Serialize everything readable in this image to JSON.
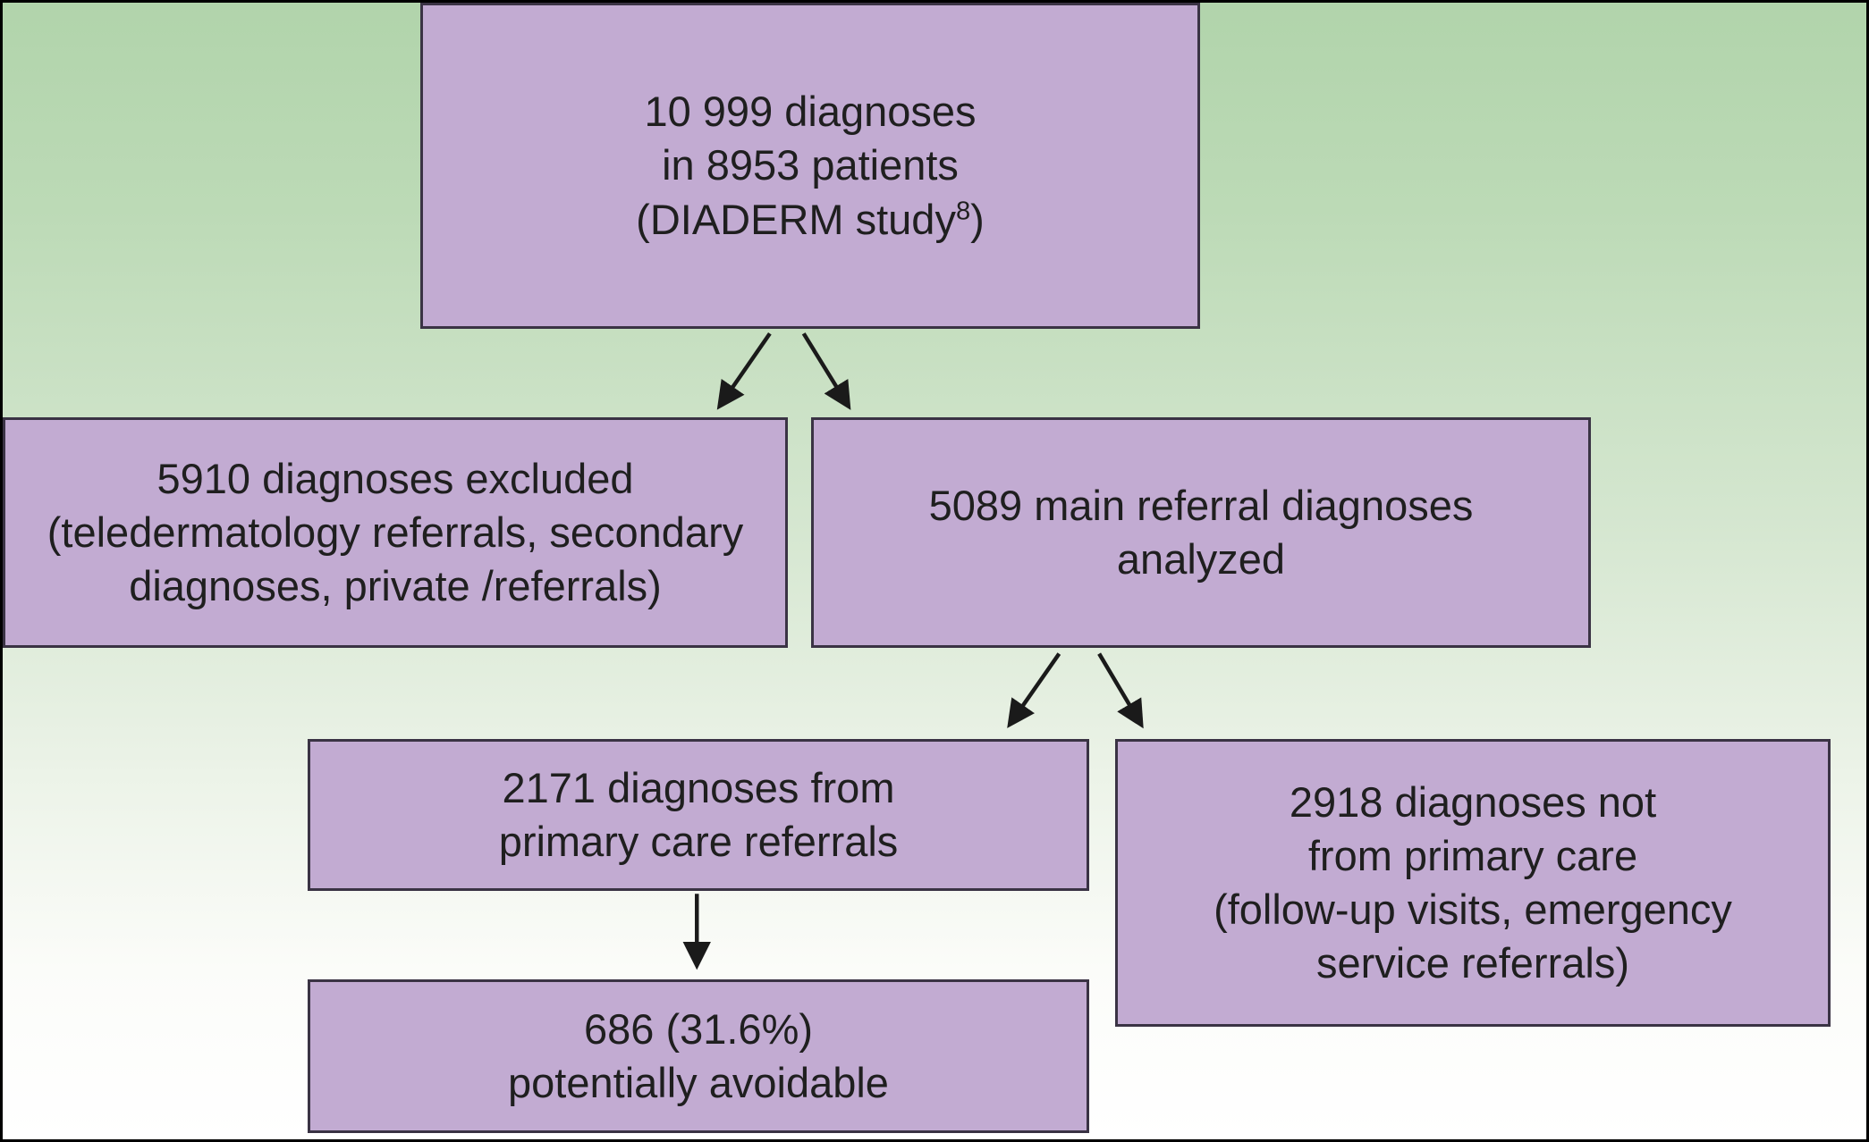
{
  "boxes": {
    "total": {
      "line1": "10 999 diagnoses",
      "line2": "in 8953 patients",
      "line3_prefix": "(DIADERM study",
      "line3_sup": "8",
      "line3_suffix": ")"
    },
    "excluded": {
      "line1": "5910 diagnoses excluded",
      "line2": "(teledermatology referrals, secondary",
      "line3": "diagnoses, private /referrals)"
    },
    "analyzed": {
      "line1": "5089 main referral diagnoses",
      "line2": "analyzed"
    },
    "primary": {
      "line1": "2171 diagnoses from",
      "line2": "primary care referrals"
    },
    "not_primary": {
      "line1": "2918 diagnoses not",
      "line2": "from primary care",
      "line3": "(follow-up visits, emergency",
      "line4": "service referrals)"
    },
    "avoidable": {
      "line1": "686 (31.6%)",
      "line2": "potentially avoidable"
    }
  },
  "colors": {
    "box_fill": "#c2abd2",
    "box_border": "#3a3344",
    "background_top": "#b1d4ab",
    "background_bottom": "#ffffff",
    "arrow": "#1a1a1a"
  }
}
